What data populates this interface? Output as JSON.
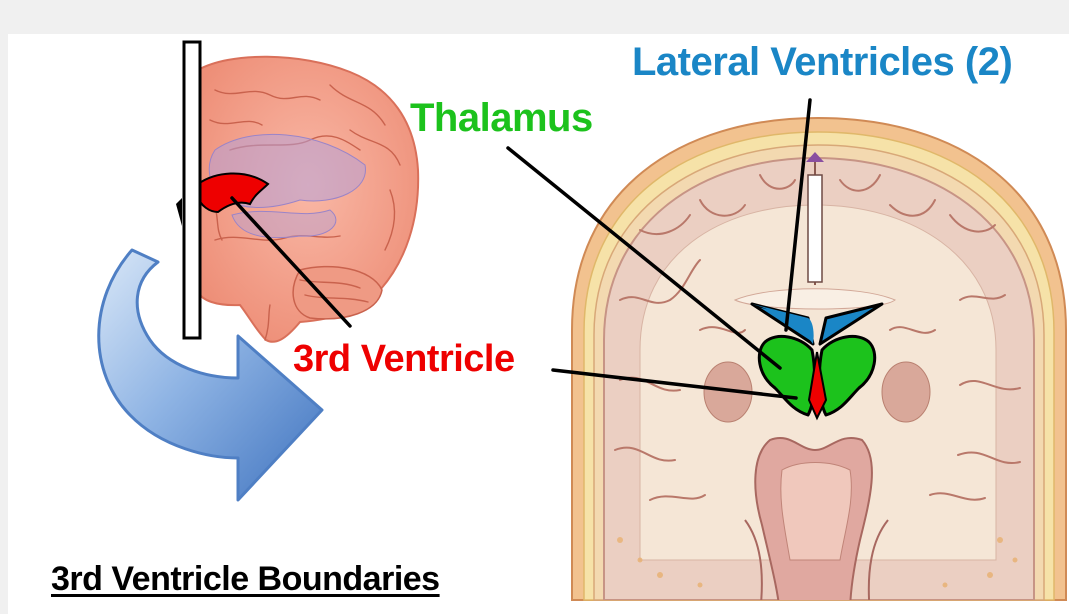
{
  "labels": {
    "lateral_ventricles": "Lateral Ventricles (2)",
    "thalamus": "Thalamus",
    "third_ventricle": "3rd Ventricle",
    "title": "3rd Ventricle Boundaries"
  },
  "colors": {
    "lateral_ventricles": "#1a86c6",
    "thalamus": "#1cc21c",
    "third_ventricle": "#ee0000",
    "brain": "#f4a08c",
    "arrow": "#5b8fd0"
  }
}
